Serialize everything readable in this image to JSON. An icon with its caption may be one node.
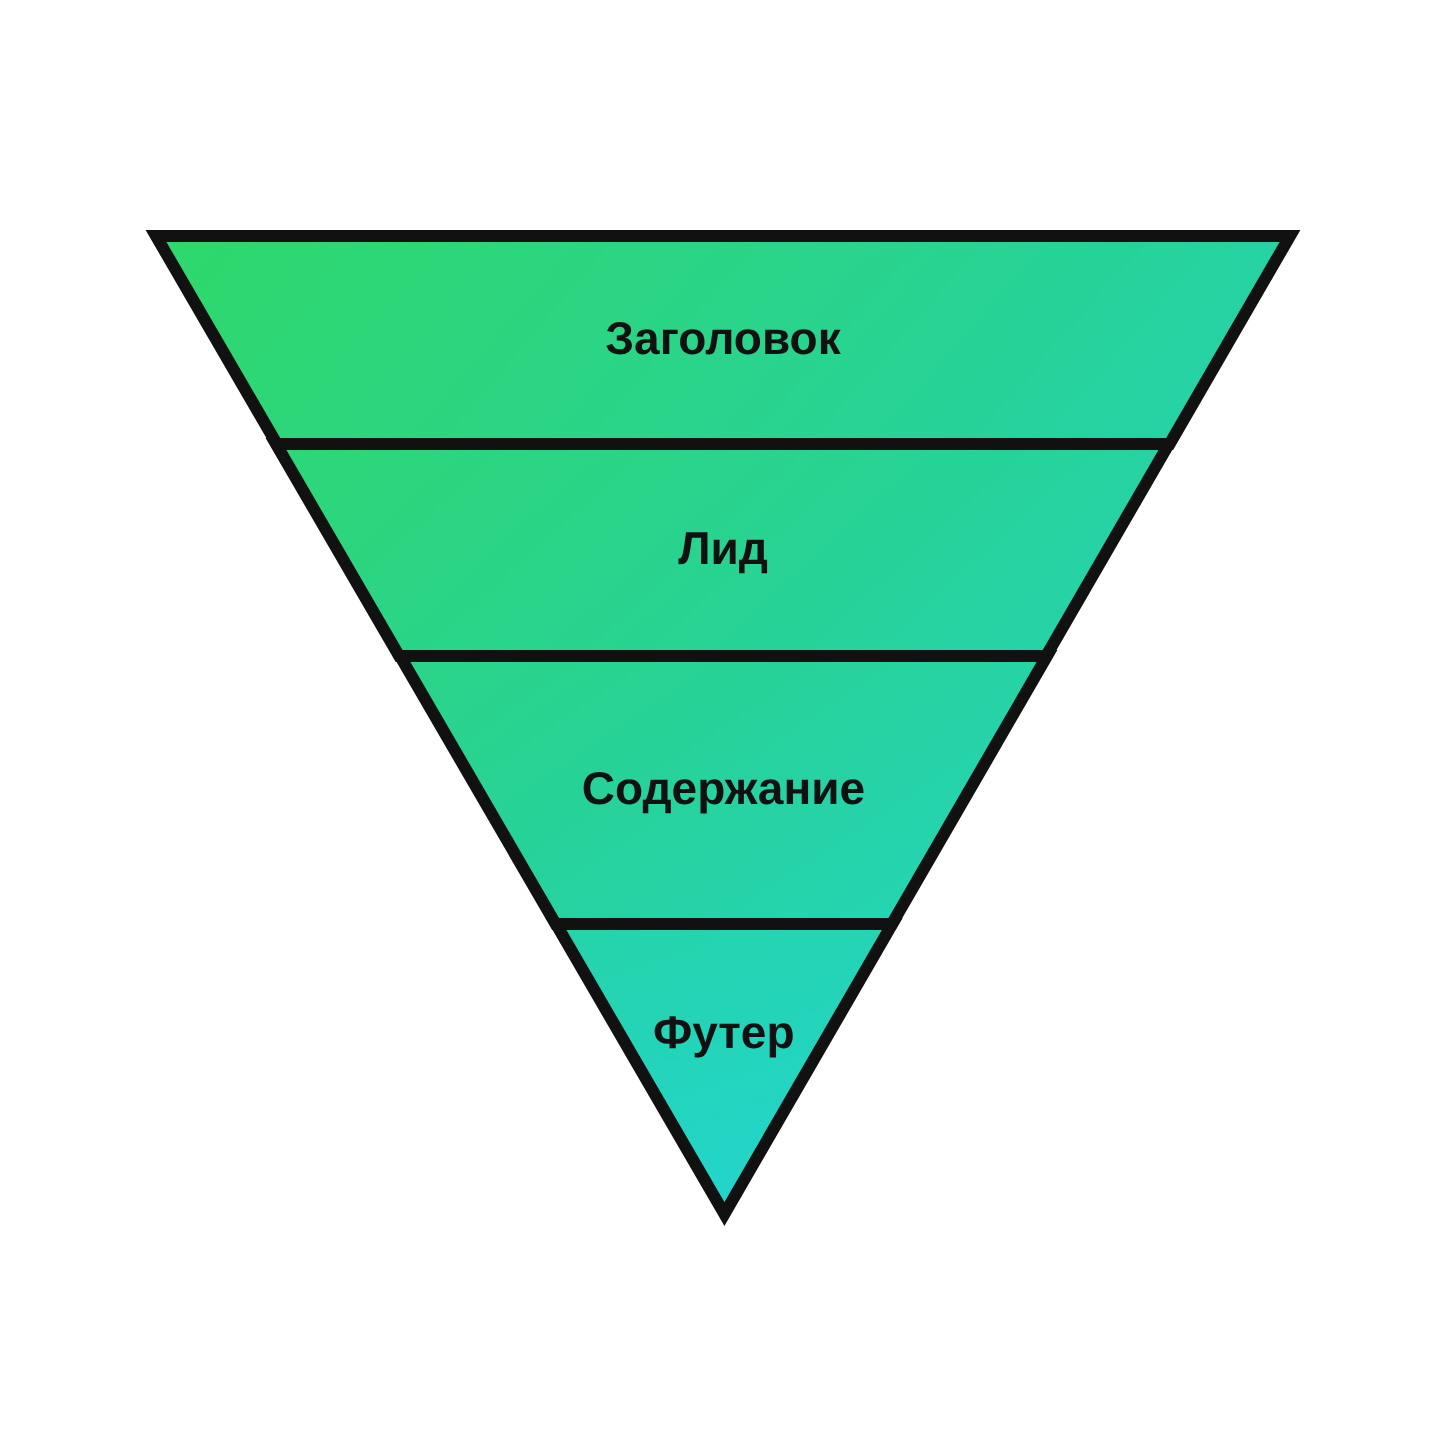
{
  "diagram": {
    "nodes": [
      {
        "text": [
          "Заголовок"
        ]
      },
      {
        "text": [
          "Лид"
        ]
      },
      {
        "text": [
          "Содержание"
        ]
      },
      {
        "text": [
          "Футер"
        ]
      }
    ]
  }
}
